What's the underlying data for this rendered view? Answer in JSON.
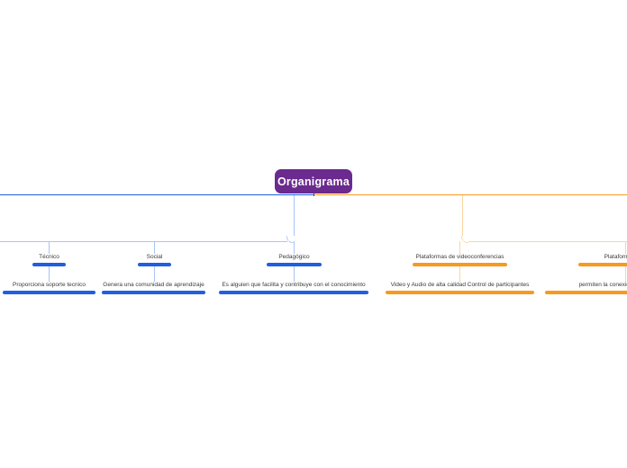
{
  "diagram": {
    "type": "mind-map-organigram",
    "root": {
      "label": "Organigrama",
      "color": "#6B2A8E",
      "text_color": "#ffffff"
    },
    "branch_colors": {
      "left": "#1F5FE0",
      "left_line": "#A9C4F5",
      "right": "#F79A1E",
      "right_line": "#FAD6A0",
      "trunk_left": "#1F5FE0",
      "trunk_right": "#F79A1E"
    },
    "branches": [
      {
        "label": "Técnico",
        "side": "left",
        "color": "#1F5FE0",
        "child": "Proporciona soporte tecnico"
      },
      {
        "label": "Social",
        "side": "left",
        "color": "#1F5FE0",
        "child": "Genera una comunidad de aprendizaje"
      },
      {
        "label": "Pedagógico",
        "side": "left",
        "color": "#1F5FE0",
        "child": "Es alguien que facilita y contribuye con el conocimiento"
      },
      {
        "label": "Plataformas de videoconferencias",
        "side": "right",
        "color": "#F79A1E",
        "child": "Video y Audio de alta calidad Control de participantes"
      },
      {
        "label": "Plataformas de r",
        "side": "right",
        "color": "#F79A1E",
        "child": "permiten la conexión e interacc"
      }
    ]
  }
}
